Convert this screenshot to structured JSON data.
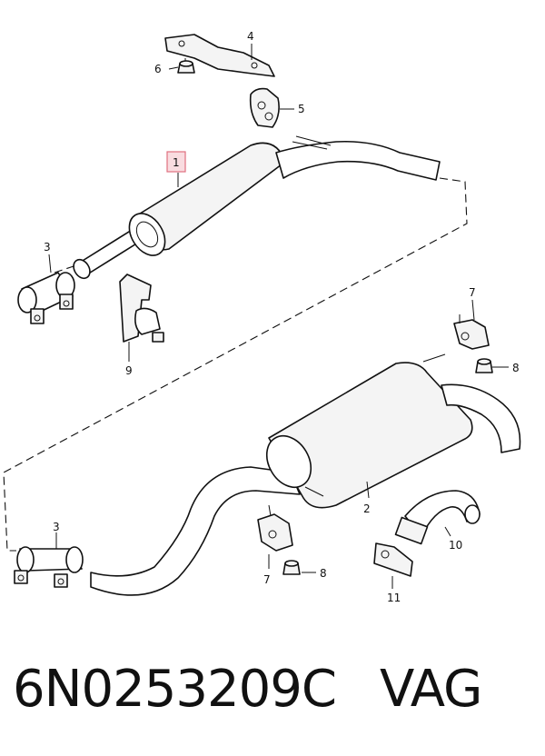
{
  "callouts": {
    "c1": "1",
    "c2": "2",
    "c3a": "3",
    "c3b": "3",
    "c4": "4",
    "c5": "5",
    "c6": "6",
    "c7a": "7",
    "c7b": "7",
    "c8a": "8",
    "c8b": "8",
    "c9": "9",
    "c10": "10",
    "c11": "11"
  },
  "footer": {
    "part_number": "6N0253209C",
    "brand": "VAG"
  },
  "colors": {
    "highlight_fill": "#f9dce0",
    "highlight_stroke": "#e07080"
  }
}
